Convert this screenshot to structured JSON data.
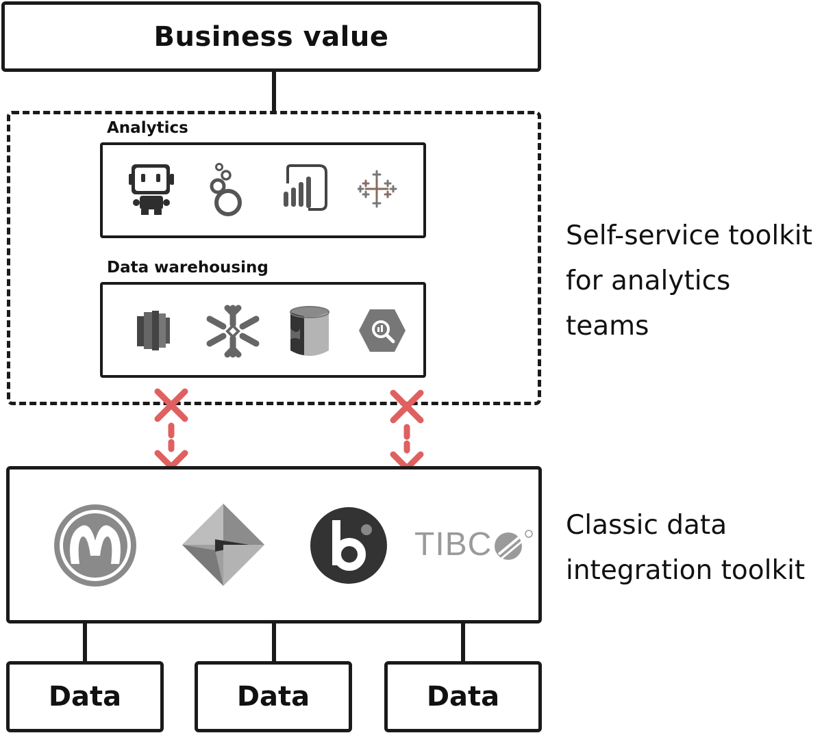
{
  "title": "Business value",
  "analytics": {
    "label": "Analytics",
    "icons": [
      "robot-icon",
      "looker-icon",
      "power-bi-icon",
      "tableau-icon"
    ]
  },
  "warehousing": {
    "label": "Data warehousing",
    "icons": [
      "redshift-icon",
      "snowflake-icon",
      "database-cylinder-icon",
      "bigquery-icon"
    ]
  },
  "self_service_label": [
    "Self-service toolkit",
    "for analytics teams"
  ],
  "classic_label": [
    "Classic data",
    "integration toolkit"
  ],
  "integration": {
    "icons": [
      "mulesoft-icon",
      "informatica-icon",
      "boomi-icon",
      "tibco-logo"
    ],
    "tibco_text": "TIBC"
  },
  "data_boxes": [
    "Data",
    "Data",
    "Data"
  ],
  "colors": {
    "border": "#1a1a1a",
    "blocked": "#e06060",
    "icon_gray": "#5a5a5a"
  }
}
